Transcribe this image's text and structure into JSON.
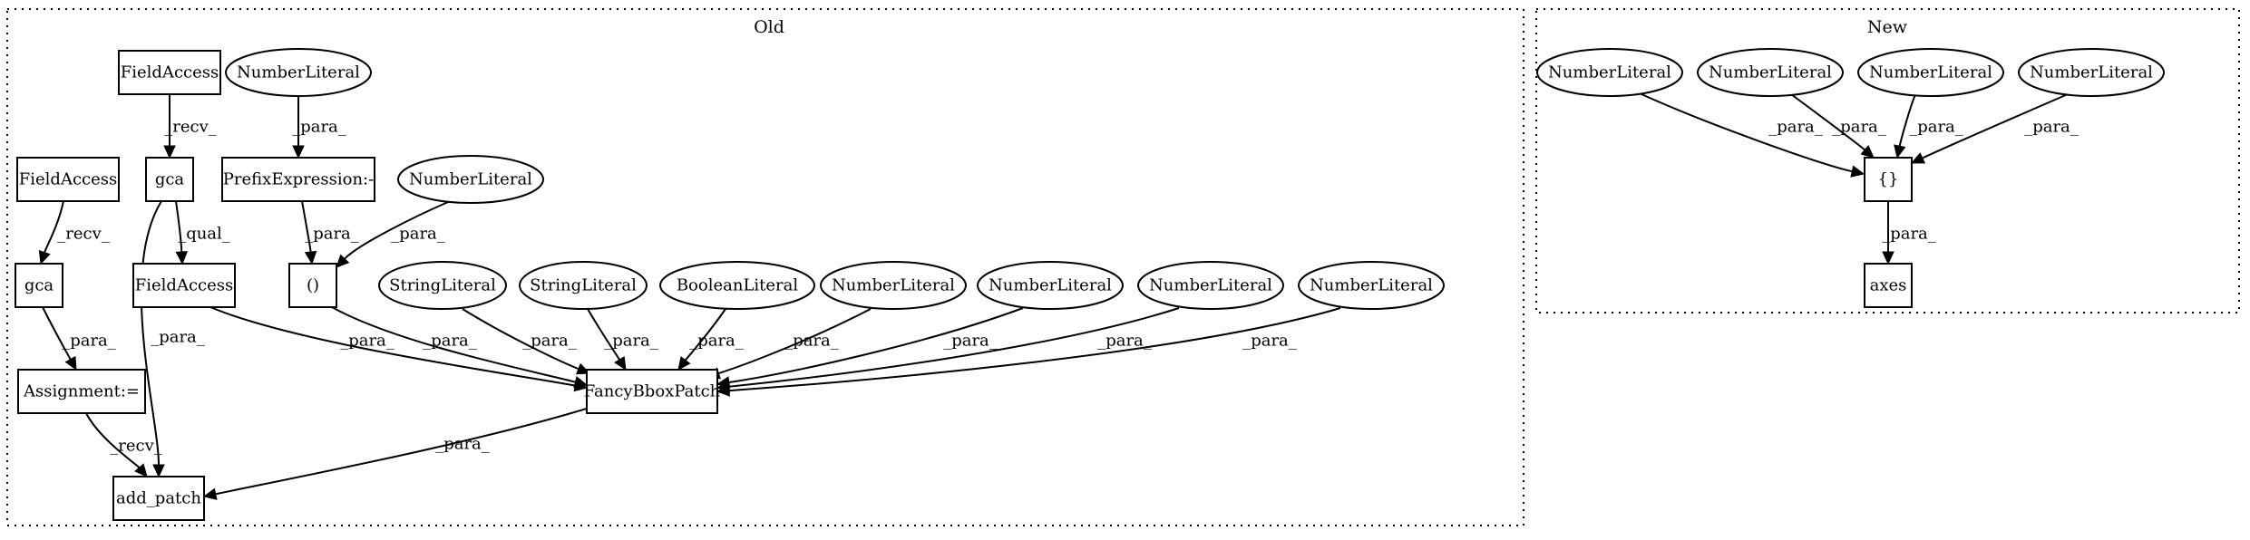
{
  "clusters": [
    {
      "id": "old",
      "label": "Old"
    },
    {
      "id": "new",
      "label": "New"
    }
  ],
  "nodes": [
    {
      "id": "fa1",
      "label": "FieldAccess",
      "shape": "box"
    },
    {
      "id": "nl1",
      "label": "NumberLiteral",
      "shape": "ellipse"
    },
    {
      "id": "gca1",
      "label": "gca",
      "shape": "box"
    },
    {
      "id": "prefix",
      "label": "PrefixExpression:-",
      "shape": "box"
    },
    {
      "id": "fa2",
      "label": "FieldAccess",
      "shape": "box"
    },
    {
      "id": "nl2",
      "label": "NumberLiteral",
      "shape": "ellipse"
    },
    {
      "id": "gca2",
      "label": "gca",
      "shape": "box"
    },
    {
      "id": "fa3",
      "label": "FieldAccess",
      "shape": "box"
    },
    {
      "id": "paren",
      "label": "()",
      "shape": "box"
    },
    {
      "id": "sl1",
      "label": "StringLiteral",
      "shape": "ellipse"
    },
    {
      "id": "sl2",
      "label": "StringLiteral",
      "shape": "ellipse"
    },
    {
      "id": "bl",
      "label": "BooleanLiteral",
      "shape": "ellipse"
    },
    {
      "id": "nl3",
      "label": "NumberLiteral",
      "shape": "ellipse"
    },
    {
      "id": "nl4",
      "label": "NumberLiteral",
      "shape": "ellipse"
    },
    {
      "id": "nl5",
      "label": "NumberLiteral",
      "shape": "ellipse"
    },
    {
      "id": "nl6",
      "label": "NumberLiteral",
      "shape": "ellipse"
    },
    {
      "id": "assign",
      "label": "Assignment:=",
      "shape": "box"
    },
    {
      "id": "fancy",
      "label": "FancyBboxPatch",
      "shape": "box"
    },
    {
      "id": "addpatch",
      "label": "add_patch",
      "shape": "box"
    },
    {
      "id": "nn1",
      "label": "NumberLiteral",
      "shape": "ellipse"
    },
    {
      "id": "nn2",
      "label": "NumberLiteral",
      "shape": "ellipse"
    },
    {
      "id": "nn3",
      "label": "NumberLiteral",
      "shape": "ellipse"
    },
    {
      "id": "nn4",
      "label": "NumberLiteral",
      "shape": "ellipse"
    },
    {
      "id": "braces",
      "label": "{}",
      "shape": "box"
    },
    {
      "id": "axes",
      "label": "axes",
      "shape": "box"
    }
  ],
  "edges": [
    {
      "from": "fa1",
      "to": "gca1",
      "label": "_recv_"
    },
    {
      "from": "nl1",
      "to": "prefix",
      "label": "_para_"
    },
    {
      "from": "fa2",
      "to": "gca2",
      "label": "_recv_"
    },
    {
      "from": "gca1",
      "to": "fa3",
      "label": "_qual_"
    },
    {
      "from": "gca1",
      "to": "addpatch",
      "label": "_para_"
    },
    {
      "from": "prefix",
      "to": "paren",
      "label": "_para_"
    },
    {
      "from": "nl2",
      "to": "paren",
      "label": "_para_"
    },
    {
      "from": "gca2",
      "to": "assign",
      "label": "_para_"
    },
    {
      "from": "assign",
      "to": "addpatch",
      "label": "_recv_"
    },
    {
      "from": "fa3",
      "to": "fancy",
      "label": "_para_"
    },
    {
      "from": "paren",
      "to": "fancy",
      "label": "_para_"
    },
    {
      "from": "sl1",
      "to": "fancy",
      "label": "_para_"
    },
    {
      "from": "sl2",
      "to": "fancy",
      "label": "_para_"
    },
    {
      "from": "bl",
      "to": "fancy",
      "label": "_para_"
    },
    {
      "from": "nl3",
      "to": "fancy",
      "label": "_para_"
    },
    {
      "from": "nl4",
      "to": "fancy",
      "label": "_para_"
    },
    {
      "from": "nl5",
      "to": "fancy",
      "label": "_para_"
    },
    {
      "from": "nl6",
      "to": "fancy",
      "label": "_para_"
    },
    {
      "from": "fancy",
      "to": "addpatch",
      "label": "_para_"
    },
    {
      "from": "nn1",
      "to": "braces",
      "label": "_para_"
    },
    {
      "from": "nn2",
      "to": "braces",
      "label": "_para_"
    },
    {
      "from": "nn3",
      "to": "braces",
      "label": "_para_"
    },
    {
      "from": "nn4",
      "to": "braces",
      "label": "_para_"
    },
    {
      "from": "braces",
      "to": "axes",
      "label": "_para_"
    }
  ]
}
